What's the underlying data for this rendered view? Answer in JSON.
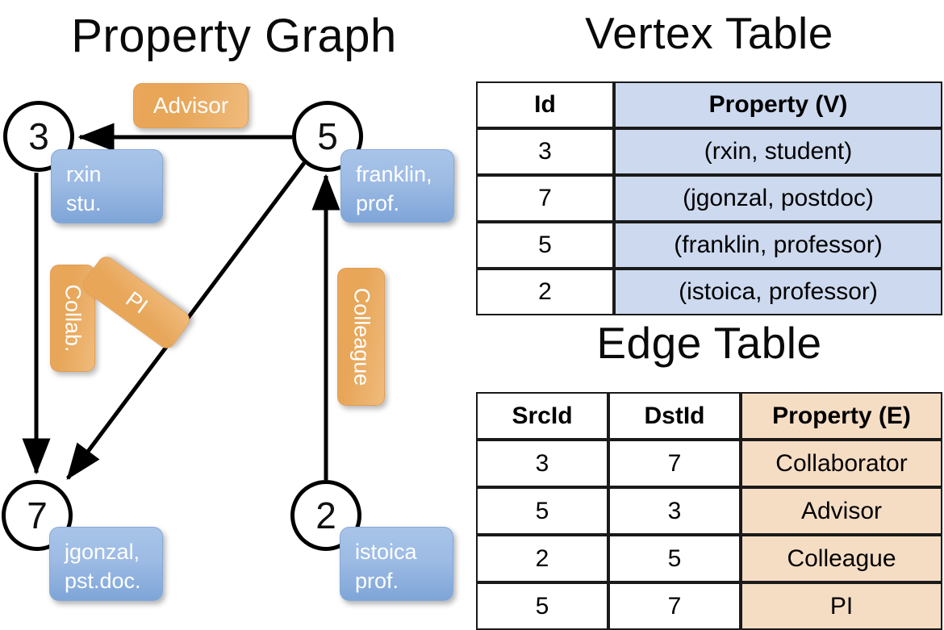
{
  "titles": {
    "property_graph": "Property Graph",
    "vertex_table": "Vertex Table",
    "edge_table": "Edge Table"
  },
  "graph": {
    "nodes": [
      {
        "id": "3",
        "property_label": "rxin\nstu."
      },
      {
        "id": "5",
        "property_label": "franklin,\nprof."
      },
      {
        "id": "7",
        "property_label": "jgonzal,\npst.doc."
      },
      {
        "id": "2",
        "property_label": "istoica\nprof."
      }
    ],
    "edge_labels": [
      {
        "name": "advisor",
        "text": "Advisor"
      },
      {
        "name": "collab",
        "text": "Collab."
      },
      {
        "name": "pi",
        "text": "PI"
      },
      {
        "name": "colleague",
        "text": "Colleague"
      }
    ],
    "edges": [
      {
        "src": "5",
        "dst": "3",
        "label": "Advisor"
      },
      {
        "src": "3",
        "dst": "7",
        "label": "Collab."
      },
      {
        "src": "5",
        "dst": "7",
        "label": "PI"
      },
      {
        "src": "2",
        "dst": "5",
        "label": "Colleague"
      }
    ]
  },
  "vertex_table": {
    "headers": [
      "Id",
      "Property (V)"
    ],
    "rows": [
      {
        "id": "3",
        "property": "(rxin, student)"
      },
      {
        "id": "7",
        "property": "(jgonzal, postdoc)"
      },
      {
        "id": "5",
        "property": "(franklin, professor)"
      },
      {
        "id": "2",
        "property": "(istoica, professor)"
      }
    ]
  },
  "edge_table": {
    "headers": [
      "SrcId",
      "DstId",
      "Property (E)"
    ],
    "rows": [
      {
        "src": "3",
        "dst": "7",
        "property": "Collaborator"
      },
      {
        "src": "5",
        "dst": "3",
        "property": "Advisor"
      },
      {
        "src": "2",
        "dst": "5",
        "property": "Colleague"
      },
      {
        "src": "5",
        "dst": "7",
        "property": "PI"
      }
    ]
  },
  "colors": {
    "vertex_property_fill": "#ccd9ee",
    "edge_property_fill": "#f5ddc4",
    "vertex_box_blue": "#9dbbe4",
    "edge_box_orange": "#e7a659",
    "stroke": "#000000"
  }
}
